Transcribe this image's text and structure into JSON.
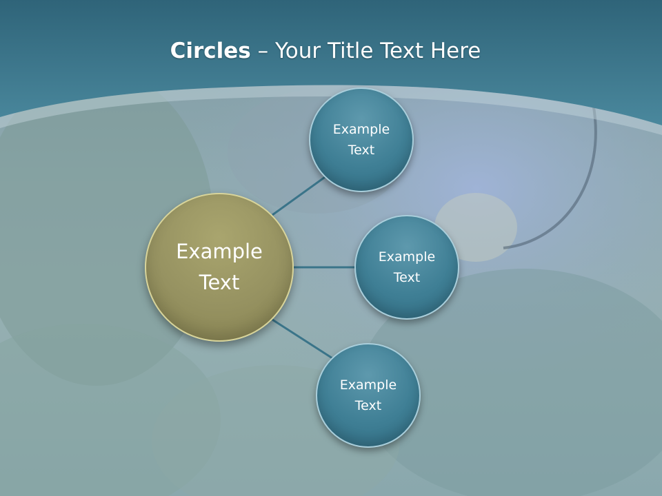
{
  "title": {
    "bold": "Circles",
    "rest": " – Your Title Text Here"
  },
  "diagram": {
    "center": {
      "label": "Example Text"
    },
    "nodes": [
      {
        "label": "Example Text"
      },
      {
        "label": "Example Text"
      },
      {
        "label": "Example Text"
      }
    ]
  },
  "colors": {
    "header": "#3e7a90",
    "node_blue": "#3f7f95",
    "node_center": "#969261",
    "connector": "#3a7489"
  }
}
